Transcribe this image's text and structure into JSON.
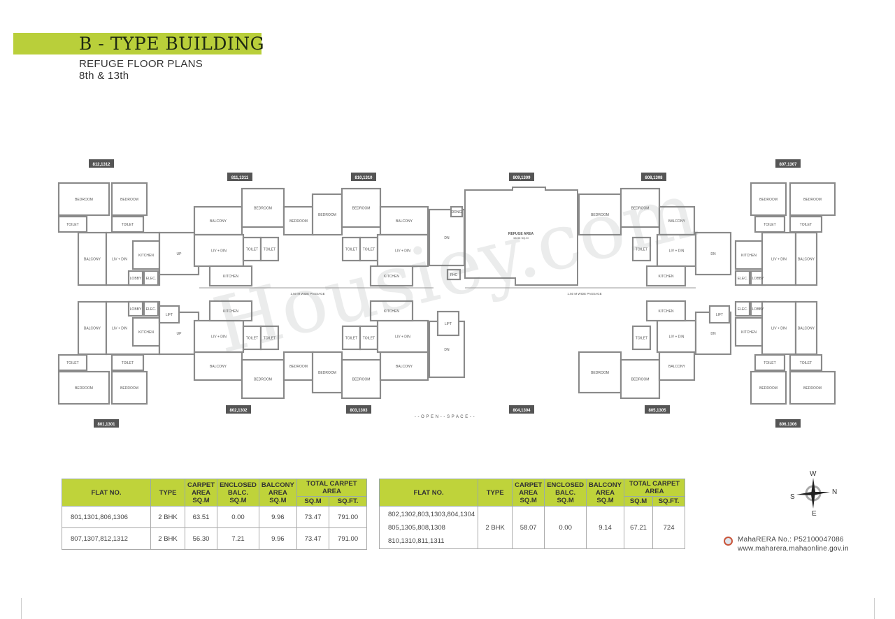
{
  "header": {
    "title": "B - TYPE BUILDING",
    "subtitle_line1": "REFUGE FLOOR PLANS",
    "subtitle_line2": "8th & 13th"
  },
  "plan": {
    "flat_tags": {
      "top": [
        "812,1312",
        "811,1311",
        "810,1310",
        "809,1309",
        "808,1308",
        "807,1307"
      ],
      "bottom": [
        "801,1301",
        "802,1302",
        "803,1303",
        "804,1304",
        "805,1305",
        "806,1306"
      ]
    },
    "room_labels": {
      "bedroom": "BEDROOM",
      "toilet": "TOILET",
      "balcony": "BALCONY",
      "living": "LIV + DIN",
      "kitchen": "KITCHEN",
      "lift": "LIFT",
      "lobby": "LOBBY",
      "elec": "ELEC.",
      "fhc": "FHC",
      "drng": "DRNG",
      "up": "UP",
      "dn": "DN"
    },
    "refuge_area": "REFUGE AREA",
    "refuge_area_size": "68.95 SQ.M",
    "passage_label": "1.50 M WIDE PASSAGE",
    "open_space": "- - O P E N - - S P A C E - -",
    "watermark": "Housiey.com"
  },
  "tables": {
    "headers": {
      "flat_no": "FLAT NO.",
      "type": "TYPE",
      "carpet_area": [
        "CARPET",
        "AREA",
        "SQ.M"
      ],
      "enclosed_balc": [
        "ENCLOSED",
        "BALC.",
        "SQ.M"
      ],
      "balcony_area": [
        "BALCONY",
        "AREA",
        "SQ.M"
      ],
      "total_carpet_area": "TOTAL CARPET AREA",
      "sqm": "SQ.M",
      "sqft": "SQ.FT."
    },
    "left": [
      {
        "flat_no": "801,1301,806,1306",
        "type": "2 BHK",
        "carpet": "63.51",
        "enclosed": "0.00",
        "balcony": "9.96",
        "total_sqm": "73.47",
        "total_sqft": "791.00"
      },
      {
        "flat_no": "807,1307,812,1312",
        "type": "2 BHK",
        "carpet": "56.30",
        "enclosed": "7.21",
        "balcony": "9.96",
        "total_sqm": "73.47",
        "total_sqft": "791.00"
      }
    ],
    "right": [
      {
        "flat_no_lines": [
          "802,1302,803,1303,804,1304",
          "805,1305,808,1308",
          "810,1310,811,1311"
        ],
        "type": "2 BHK",
        "carpet": "58.07",
        "enclosed": "0.00",
        "balcony": "9.14",
        "total_sqm": "67.21",
        "total_sqft": "724"
      }
    ]
  },
  "compass": {
    "w": "W",
    "n": "N",
    "s": "S",
    "e": "E"
  },
  "rera": {
    "number": "MahaRERA No.: P52100047086",
    "website": "www.maharera.mahaonline.gov.in"
  },
  "colors": {
    "accent": "#bfd33a",
    "wall": "#8a8a8a",
    "tag": "#555555"
  }
}
